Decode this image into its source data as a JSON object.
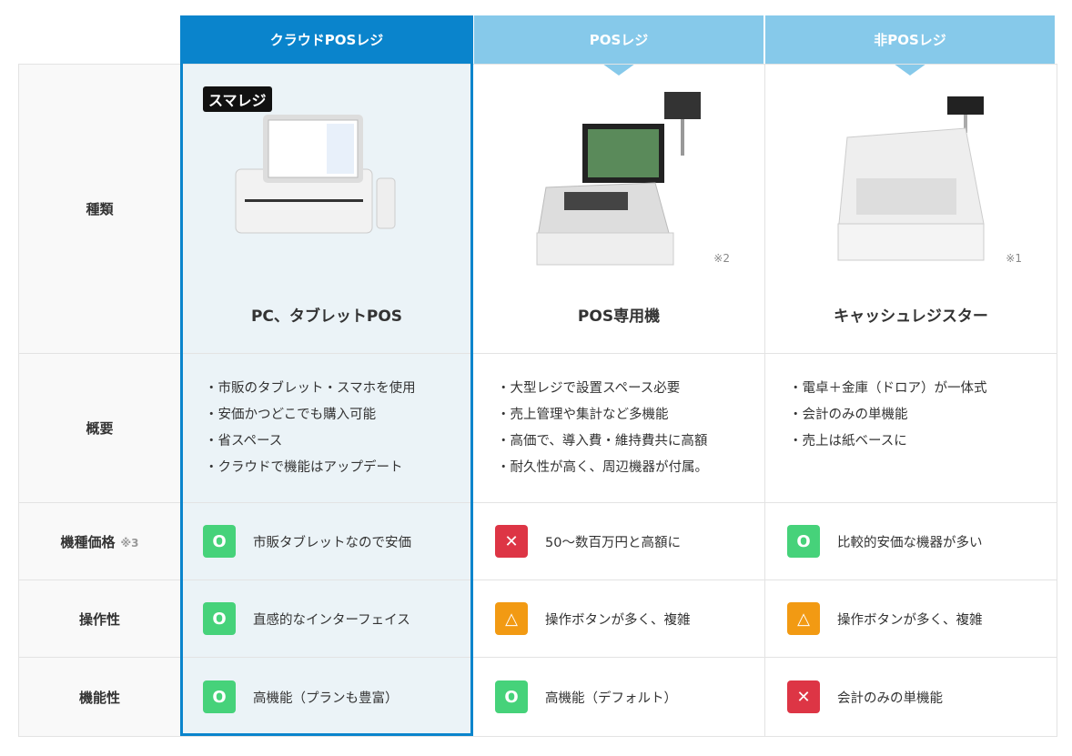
{
  "columns": [
    {
      "title": "クラウドPOSレジ",
      "color": "#0a84cc",
      "logo": "スマレジ",
      "kind": "PC、タブレットPOS",
      "ref": "",
      "overview": [
        "市販のタブレット・スマホを使用",
        "安価かつどこでも購入可能",
        "省スペース",
        "クラウドで機能はアップデート"
      ],
      "price": {
        "mark": "o",
        "text": "市販タブレットなので安価"
      },
      "usability": {
        "mark": "o",
        "text": "直感的なインターフェイス"
      },
      "function": {
        "mark": "o",
        "text": "高機能（プランも豊富）"
      }
    },
    {
      "title": "POSレジ",
      "color": "#86c9ea",
      "kind": "POS専用機",
      "ref": "※2",
      "overview": [
        "大型レジで設置スペース必要",
        "売上管理や集計など多機能",
        "高価で、導入費・維持費共に高額",
        "耐久性が高く、周辺機器が付属。"
      ],
      "price": {
        "mark": "x",
        "text": "50〜数百万円と高額に"
      },
      "usability": {
        "mark": "tri",
        "text": "操作ボタンが多く、複雑"
      },
      "function": {
        "mark": "o",
        "text": "高機能（デフォルト）"
      }
    },
    {
      "title": "非POSレジ",
      "color": "#86c9ea",
      "kind": "キャッシュレジスター",
      "ref": "※1",
      "overview": [
        "電卓＋金庫（ドロア）が一体式",
        "会計のみの単機能",
        "売上は紙ベースに"
      ],
      "price": {
        "mark": "o",
        "text": "比較的安価な機器が多い"
      },
      "usability": {
        "mark": "tri",
        "text": "操作ボタンが多く、複雑"
      },
      "function": {
        "mark": "x",
        "text": "会計のみの単機能"
      }
    }
  ],
  "rows": {
    "kind": "種類",
    "overview": "概要",
    "price": "機種価格",
    "price_note": "※3",
    "usability": "操作性",
    "function": "機能性"
  },
  "marks": {
    "o": "O",
    "x": "✕",
    "tri": "△"
  }
}
